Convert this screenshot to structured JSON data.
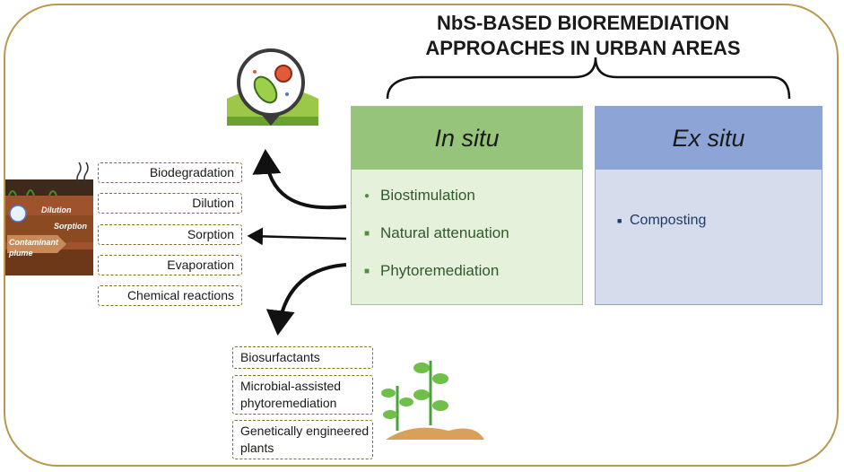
{
  "title": {
    "line1": "NbS-BASED BIOREMEDIATION",
    "line2": "APPROACHES IN URBAN AREAS"
  },
  "in_situ": {
    "heading": "In situ",
    "items": [
      "Biostimulation",
      "Natural attenuation",
      "Phytoremediation"
    ]
  },
  "ex_situ": {
    "heading": "Ex situ",
    "items": [
      "Composting"
    ]
  },
  "attenuation_processes": [
    "Biodegradation",
    "Dilution",
    "Sorption",
    "Evaporation",
    "Chemical reactions"
  ],
  "phyto_strategies": [
    "Biosurfactants",
    "Microbial-assisted phytoremediation",
    "Genetically engineered plants"
  ],
  "soil_labels": {
    "dilution": "Dilution",
    "sorption": "Sorption",
    "plume_line1": "Contaminant",
    "plume_line2": "plume"
  },
  "colors": {
    "frame": "#b89a4e",
    "in_situ_header": "#96c47a",
    "in_situ_body": "#e6f1dc",
    "ex_situ_header": "#8ca4d6",
    "ex_situ_body": "#d5dcec",
    "dashed_border": "#8a6a2a"
  },
  "icons": [
    "microbe-magnifier-icon",
    "soil-profile-icon",
    "compost-recycle-icon",
    "seedlings-icon"
  ]
}
